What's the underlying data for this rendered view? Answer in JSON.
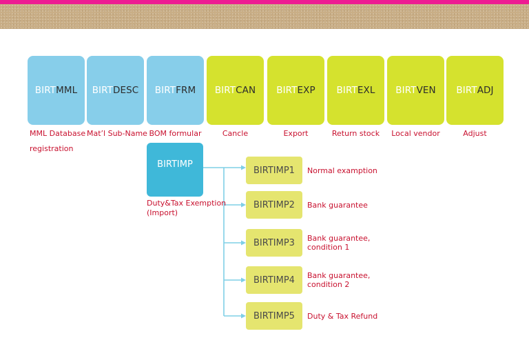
{
  "tiles": [
    {
      "prefix": "BIRT",
      "suffix": "MML",
      "caption_line1": "MML Database",
      "caption_line2": "registration",
      "color": "#87ceea"
    },
    {
      "prefix": "BIRT",
      "suffix": "DESC",
      "caption_line1": "Mat’l Sub-Name",
      "caption_line2": "",
      "color": "#87ceea"
    },
    {
      "prefix": "BIRT",
      "suffix": "FRM",
      "caption_line1": "BOM formular",
      "caption_line2": "",
      "color": "#87ceea"
    },
    {
      "prefix": "BIRT",
      "suffix": "CAN",
      "caption_line1": "Cancle",
      "caption_line2": "",
      "color": "#d5e22e"
    },
    {
      "prefix": "BIRT",
      "suffix": "EXP",
      "caption_line1": "Export",
      "caption_line2": "",
      "color": "#d5e22e"
    },
    {
      "prefix": "BIRT",
      "suffix": "EXL",
      "caption_line1": "Return stock",
      "caption_line2": "",
      "color": "#d5e22e"
    },
    {
      "prefix": "BIRT",
      "suffix": "VEN",
      "caption_line1": "Local vendor",
      "caption_line2": "",
      "color": "#d5e22e"
    },
    {
      "prefix": "BIRT",
      "suffix": "ADJ",
      "caption_line1": "Adjust",
      "caption_line2": "",
      "color": "#d5e22e"
    }
  ],
  "imp": {
    "label": "BIRTIMP",
    "caption_line1": "Duty&Tax Exemption",
    "caption_line2": "(Import)",
    "color": "#3fb8d9"
  },
  "subs": [
    {
      "label": "BIRTIMP1",
      "desc_line1": "Normal examption",
      "desc_line2": ""
    },
    {
      "label": "BIRTIMP2",
      "desc_line1": "Bank guarantee",
      "desc_line2": ""
    },
    {
      "label": "BIRTIMP3",
      "desc_line1": "Bank guarantee,",
      "desc_line2": "condition 1"
    },
    {
      "label": "BIRTIMP4",
      "desc_line1": "Bank guarantee,",
      "desc_line2": "condition 2"
    },
    {
      "label": "BIRTIMP5",
      "desc_line1": "Duty & Tax Refund",
      "desc_line2": ""
    }
  ],
  "colors": {
    "accent_bar": "#ee1c92",
    "caption_red": "#c8102e",
    "connector": "#7fcfe6",
    "sub_box": "#e5e56f"
  }
}
